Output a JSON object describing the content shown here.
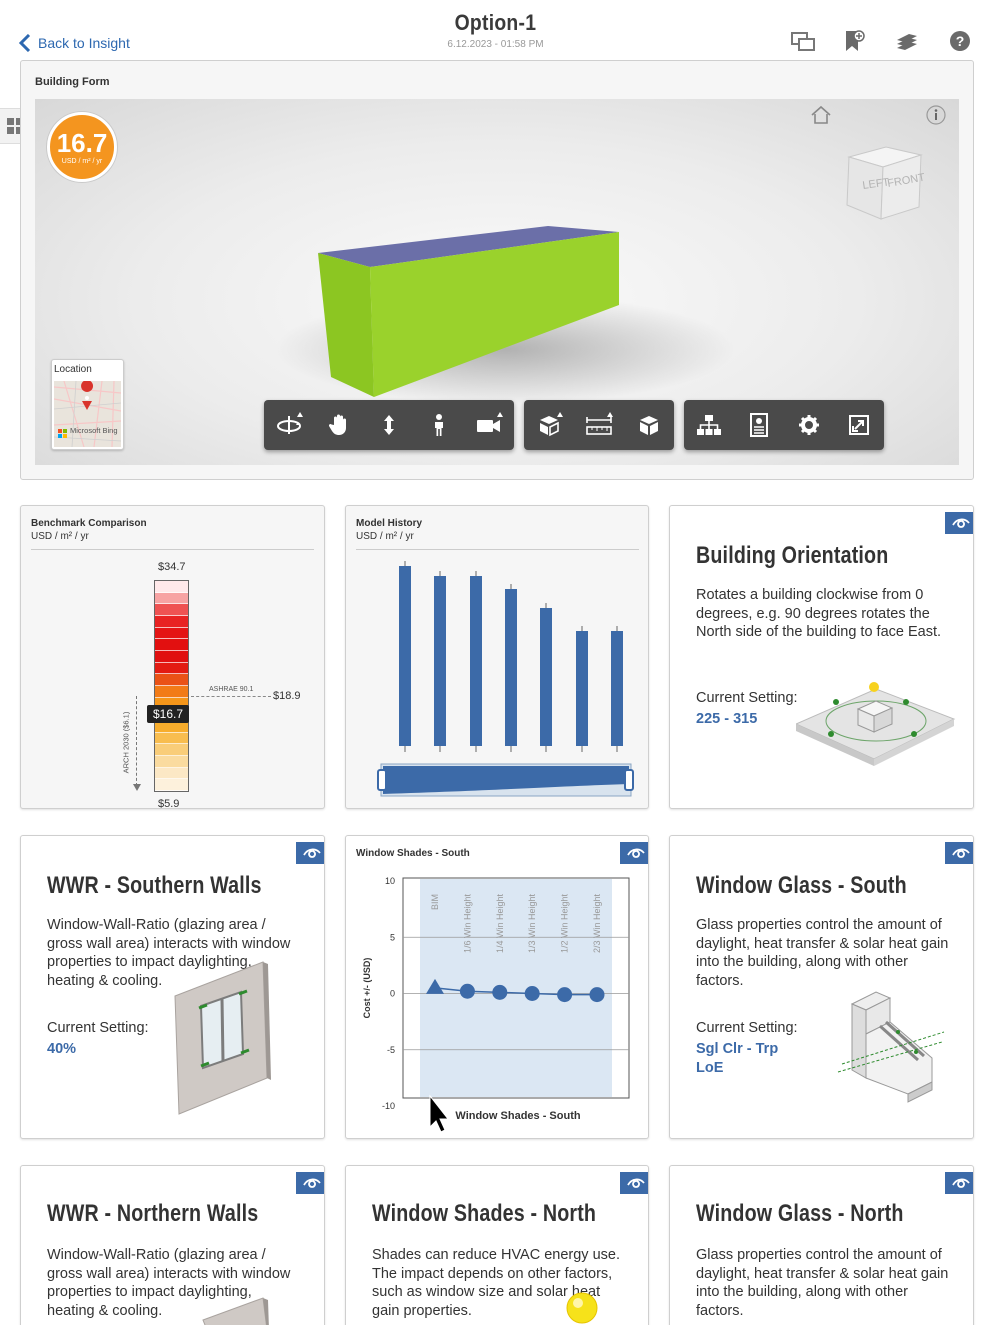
{
  "header": {
    "back_label": "Back to Insight",
    "title": "Option-1",
    "timestamp": "6.12.2023 - 01:58 PM"
  },
  "building_form": {
    "title": "Building Form",
    "cost_value": "16.7",
    "cost_unit": "USD / m² / yr",
    "location_label": "Location",
    "map_provider": "Microsoft Bing",
    "viewcube_left": "LEFT",
    "viewcube_front": "FRONT",
    "colors": {
      "roof": "#6b6fa8",
      "wall": "#9ad22c",
      "accent": "#f4951f"
    }
  },
  "benchmark": {
    "title": "Benchmark Comparison",
    "unit": "USD / m² / yr",
    "max_label": "$34.7",
    "min_label": "$5.9",
    "current_label": "$16.7",
    "ashrae_caption": "ASHRAE 90.1",
    "ashrae_label": "$18.9",
    "arch_caption": "ARCH 2030 ($6.1)"
  },
  "model_history": {
    "title": "Model History",
    "unit": "USD / m² / yr"
  },
  "chart_data": {
    "type": "scatter",
    "title": "Window Shades - South",
    "xlabel": "Window Shades - South",
    "ylabel": "Cost +/- (USD)",
    "categories": [
      "BIM",
      "1/6 Win Height",
      "1/4 Win Height",
      "1/3 Win Height",
      "1/2 Win Height",
      "2/3 Win Height"
    ],
    "values": [
      0.5,
      0.2,
      0.1,
      0.0,
      -0.1,
      -0.1
    ],
    "ylim": [
      -10,
      10
    ],
    "yticks": [
      "10",
      "5",
      "0",
      "-5",
      "-10"
    ],
    "grid": true,
    "bim_marker": "triangle"
  },
  "cards": {
    "orientation": {
      "title": "Building Orientation",
      "desc": "Rotates a building clockwise from 0 degrees, e.g. 90 degrees rotates the North side of the building to face East.",
      "current_label": "Current Setting:",
      "current_value": "225 - 315"
    },
    "wwr_south": {
      "title": "WWR - Southern Walls",
      "desc": "Window-Wall-Ratio (glazing area / gross wall area) interacts with window properties to impact daylighting, heating & cooling.",
      "current_label": "Current Setting:",
      "current_value": "40%"
    },
    "glass_south": {
      "title": "Window Glass - South",
      "desc": "Glass properties control the amount of daylight, heat transfer & solar heat gain into the building, along with other factors.",
      "current_label": "Current Setting:",
      "current_value_1": "Sgl Clr - Trp",
      "current_value_2": "LoE"
    },
    "wwr_north": {
      "title": "WWR - Northern Walls",
      "desc": "Window-Wall-Ratio (glazing area / gross wall area) interacts with window properties to impact daylighting, heating & cooling."
    },
    "shades_north": {
      "title": "Window Shades - North",
      "desc": "Shades can reduce HVAC energy use. The impact depends on other factors, such as window size and solar heat gain properties."
    },
    "glass_north": {
      "title": "Window Glass - North",
      "desc": "Glass properties control the amount of daylight, heat transfer & solar heat gain into the building, along with other factors."
    }
  }
}
